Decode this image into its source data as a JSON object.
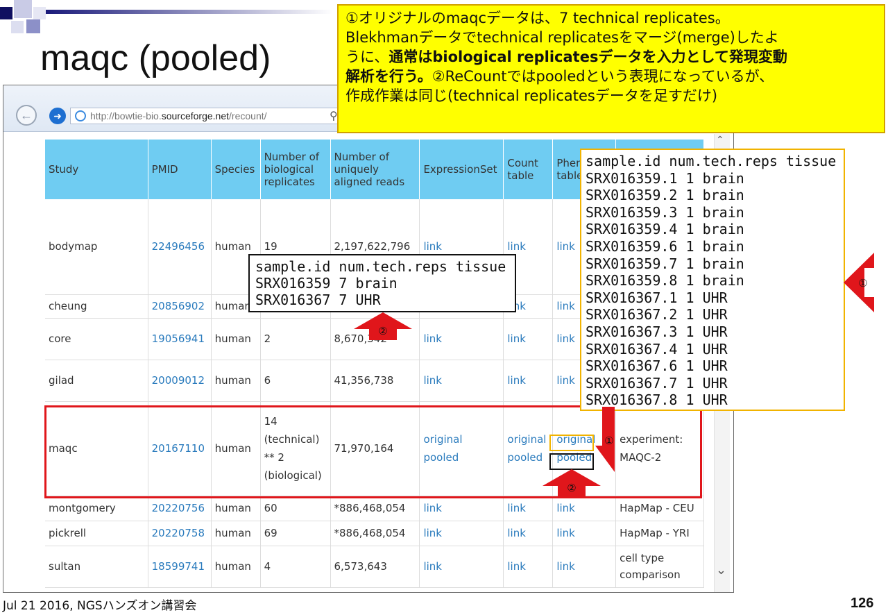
{
  "slide": {
    "title": "maqc (pooled)",
    "footer_left": "Jul 21 2016, NGSハンズオン講習会",
    "page_number": "126"
  },
  "browser": {
    "url_prefix": "http://bowtie-bio.",
    "url_domain": "sourceforge.net",
    "url_suffix": "/recount/"
  },
  "table": {
    "headers": [
      "Study",
      "PMID",
      "Species",
      "Number of biological replicates",
      "Number of uniquely aligned reads",
      "ExpressionSet",
      "Count table",
      "Phen table",
      ""
    ],
    "rows": [
      {
        "study": "bodymap",
        "pmid": "22496456",
        "species": "human",
        "reps": "19",
        "reads": "2,197,622,796",
        "eset": "link",
        "count": "link",
        "phen": "link",
        "notes": ""
      },
      {
        "study": "cheung",
        "pmid": "20856902",
        "species": "human",
        "reps": "",
        "reads": "",
        "eset": "",
        "count": "link",
        "phen": "link",
        "notes": ""
      },
      {
        "study": "core",
        "pmid": "19056941",
        "species": "human",
        "reps": "2",
        "reads": "8,670,342",
        "eset": "link",
        "count": "link",
        "phen": "link",
        "notes": ""
      },
      {
        "study": "gilad",
        "pmid": "20009012",
        "species": "human",
        "reps": "6",
        "reads": "41,356,738",
        "eset": "link",
        "count": "link",
        "phen": "link",
        "notes": ""
      },
      {
        "study": "maqc",
        "pmid": "20167110",
        "species": "human",
        "reps": "14 (technical) ** 2 (biological)",
        "reads": "71,970,164",
        "eset": "original pooled",
        "count": "original pooled",
        "phen": "original pooled",
        "notes": "experiment: MAQC-2"
      },
      {
        "study": "montgomery",
        "pmid": "20220756",
        "species": "human",
        "reps": "60",
        "reads": "*886,468,054",
        "eset": "link",
        "count": "link",
        "phen": "link",
        "notes": "HapMap - CEU"
      },
      {
        "study": "pickrell",
        "pmid": "20220758",
        "species": "human",
        "reps": "69",
        "reads": "*886,468,054",
        "eset": "link",
        "count": "link",
        "phen": "link",
        "notes": "HapMap - YRI"
      },
      {
        "study": "sultan",
        "pmid": "18599741",
        "species": "human",
        "reps": "4",
        "reads": "6,573,643",
        "eset": "link",
        "count": "link",
        "phen": "link",
        "notes": "cell type comparison"
      }
    ]
  },
  "note_yellow": {
    "line1": "①オリジナルのmaqcデータは、7 technical replicates。",
    "line2": "Blekhmanデータでtechnical replicatesをマージ(merge)したよ",
    "line3a": "うに、",
    "line3b": "通常はbiological replicatesデータを入力として発現変動",
    "line4a": "解析を行う。",
    "line4b": "②ReCountではpooledという表現になっているが、",
    "line5": "作成作業は同じ(technical replicatesデータを足すだけ)"
  },
  "box_original": "sample.id num.tech.reps tissue\nSRX016359.1 1 brain\nSRX016359.2 1 brain\nSRX016359.3 1 brain\nSRX016359.4 1 brain\nSRX016359.6 1 brain\nSRX016359.7 1 brain\nSRX016359.8 1 brain\nSRX016367.1 1 UHR\nSRX016367.2 1 UHR\nSRX016367.3 1 UHR\nSRX016367.4 1 UHR\nSRX016367.6 1 UHR\nSRX016367.7 1 UHR\nSRX016367.8 1 UHR",
  "box_pooled": "sample.id num.tech.reps tissue\nSRX016359 7 brain\nSRX016367 7 UHR",
  "markers": {
    "one": "①",
    "two": "②"
  },
  "colors": {
    "header_bg": "#6fccf2",
    "link": "#2a7bbd",
    "note_bg": "#ffff00",
    "highlight_red": "#e0161b",
    "arrow_red": "#e0161b"
  }
}
